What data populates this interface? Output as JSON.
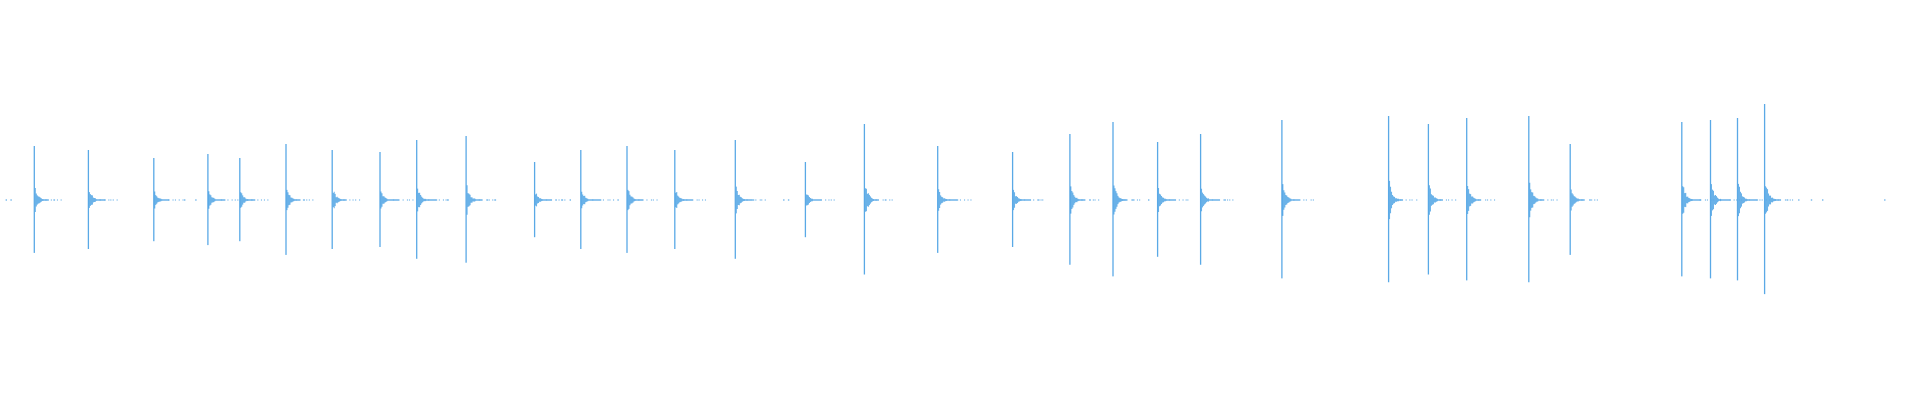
{
  "waveform": {
    "color": "#5aa9e6",
    "duration_s": 120,
    "peak_scale": 1.0,
    "transients": [
      {
        "t": 1.9,
        "amp": 0.27
      },
      {
        "t": 5.3,
        "amp": 0.25
      },
      {
        "t": 9.4,
        "amp": 0.21
      },
      {
        "t": 12.8,
        "amp": 0.23
      },
      {
        "t": 14.8,
        "amp": 0.21
      },
      {
        "t": 17.7,
        "amp": 0.28
      },
      {
        "t": 20.6,
        "amp": 0.25
      },
      {
        "t": 23.6,
        "amp": 0.24
      },
      {
        "t": 25.9,
        "amp": 0.3
      },
      {
        "t": 29.0,
        "amp": 0.32
      },
      {
        "t": 33.3,
        "amp": 0.19
      },
      {
        "t": 36.2,
        "amp": 0.25
      },
      {
        "t": 39.1,
        "amp": 0.27
      },
      {
        "t": 42.1,
        "amp": 0.25
      },
      {
        "t": 45.9,
        "amp": 0.3
      },
      {
        "t": 50.3,
        "amp": 0.19
      },
      {
        "t": 54.0,
        "amp": 0.38
      },
      {
        "t": 58.6,
        "amp": 0.27
      },
      {
        "t": 63.3,
        "amp": 0.24
      },
      {
        "t": 66.9,
        "amp": 0.33
      },
      {
        "t": 69.6,
        "amp": 0.39
      },
      {
        "t": 72.4,
        "amp": 0.29
      },
      {
        "t": 75.1,
        "amp": 0.33
      },
      {
        "t": 80.2,
        "amp": 0.4
      },
      {
        "t": 86.9,
        "amp": 0.42
      },
      {
        "t": 89.4,
        "amp": 0.38
      },
      {
        "t": 91.8,
        "amp": 0.41
      },
      {
        "t": 95.7,
        "amp": 0.42
      },
      {
        "t": 98.3,
        "amp": 0.28
      },
      {
        "t": 105.3,
        "amp": 0.39
      },
      {
        "t": 107.1,
        "amp": 0.4
      },
      {
        "t": 108.8,
        "amp": 0.41
      },
      {
        "t": 110.5,
        "amp": 0.48
      }
    ],
    "specks": [
      0.1,
      0.4,
      2.6,
      3.1,
      6.0,
      6.3,
      10.3,
      11.3,
      12.0,
      13.6,
      15.5,
      18.3,
      18.8,
      21.3,
      24.4,
      26.6,
      27.1,
      27.8,
      29.8,
      30.3,
      30.8,
      34.0,
      34.6,
      35.0,
      35.5,
      36.9,
      37.4,
      38.5,
      39.8,
      42.8,
      46.6,
      47.0,
      48.9,
      49.2,
      54.7,
      55.3,
      59.3,
      59.8,
      64.0,
      64.9,
      67.6,
      68.1,
      70.3,
      70.8,
      71.8,
      73.1,
      75.8,
      76.6,
      80.9,
      87.6,
      90.1,
      92.5,
      96.4,
      99.0,
      99.5,
      105.9,
      106.4,
      107.7,
      108.3,
      109.5,
      110.0,
      111.3,
      111.9,
      112.6,
      113.4,
      114.1,
      118.0
    ]
  }
}
